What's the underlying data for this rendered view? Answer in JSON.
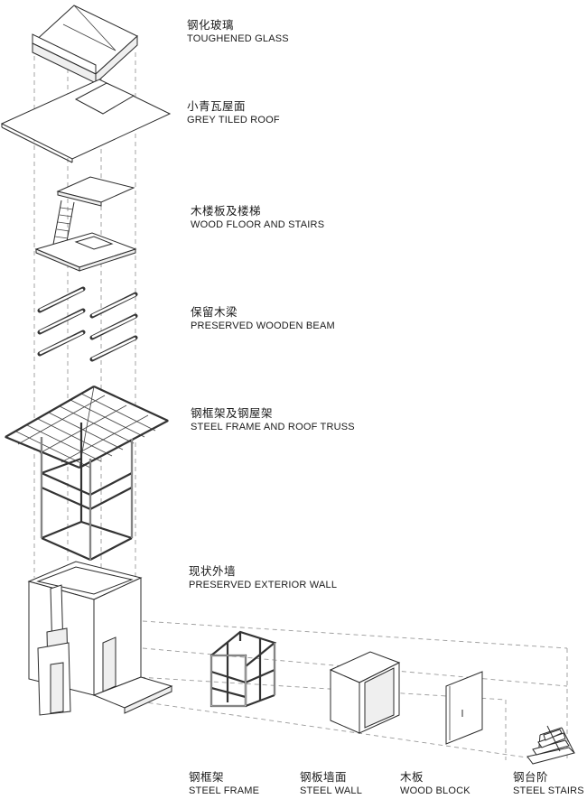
{
  "layers": [
    {
      "zh": "钢化玻璃",
      "en": "TOUGHENED GLASS"
    },
    {
      "zh": "小青瓦屋面",
      "en": "GREY TILED ROOF"
    },
    {
      "zh": "木楼板及楼梯",
      "en": "WOOD FLOOR AND STAIRS"
    },
    {
      "zh": "保留木梁",
      "en": "PRESERVED WOODEN BEAM"
    },
    {
      "zh": "钢框架及钢屋架",
      "en": "STEEL FRAME AND ROOF TRUSS"
    },
    {
      "zh": "现状外墙",
      "en": "PRESERVED EXTERIOR WALL"
    }
  ],
  "components": [
    {
      "zh": "钢框架",
      "en": "STEEL FRAME"
    },
    {
      "zh": "钢板墙面",
      "en": "STEEL WALL"
    },
    {
      "zh": "木板",
      "en": "WOOD BLOCK"
    },
    {
      "zh": "钢台阶",
      "en": "STEEL STAIRS"
    }
  ]
}
